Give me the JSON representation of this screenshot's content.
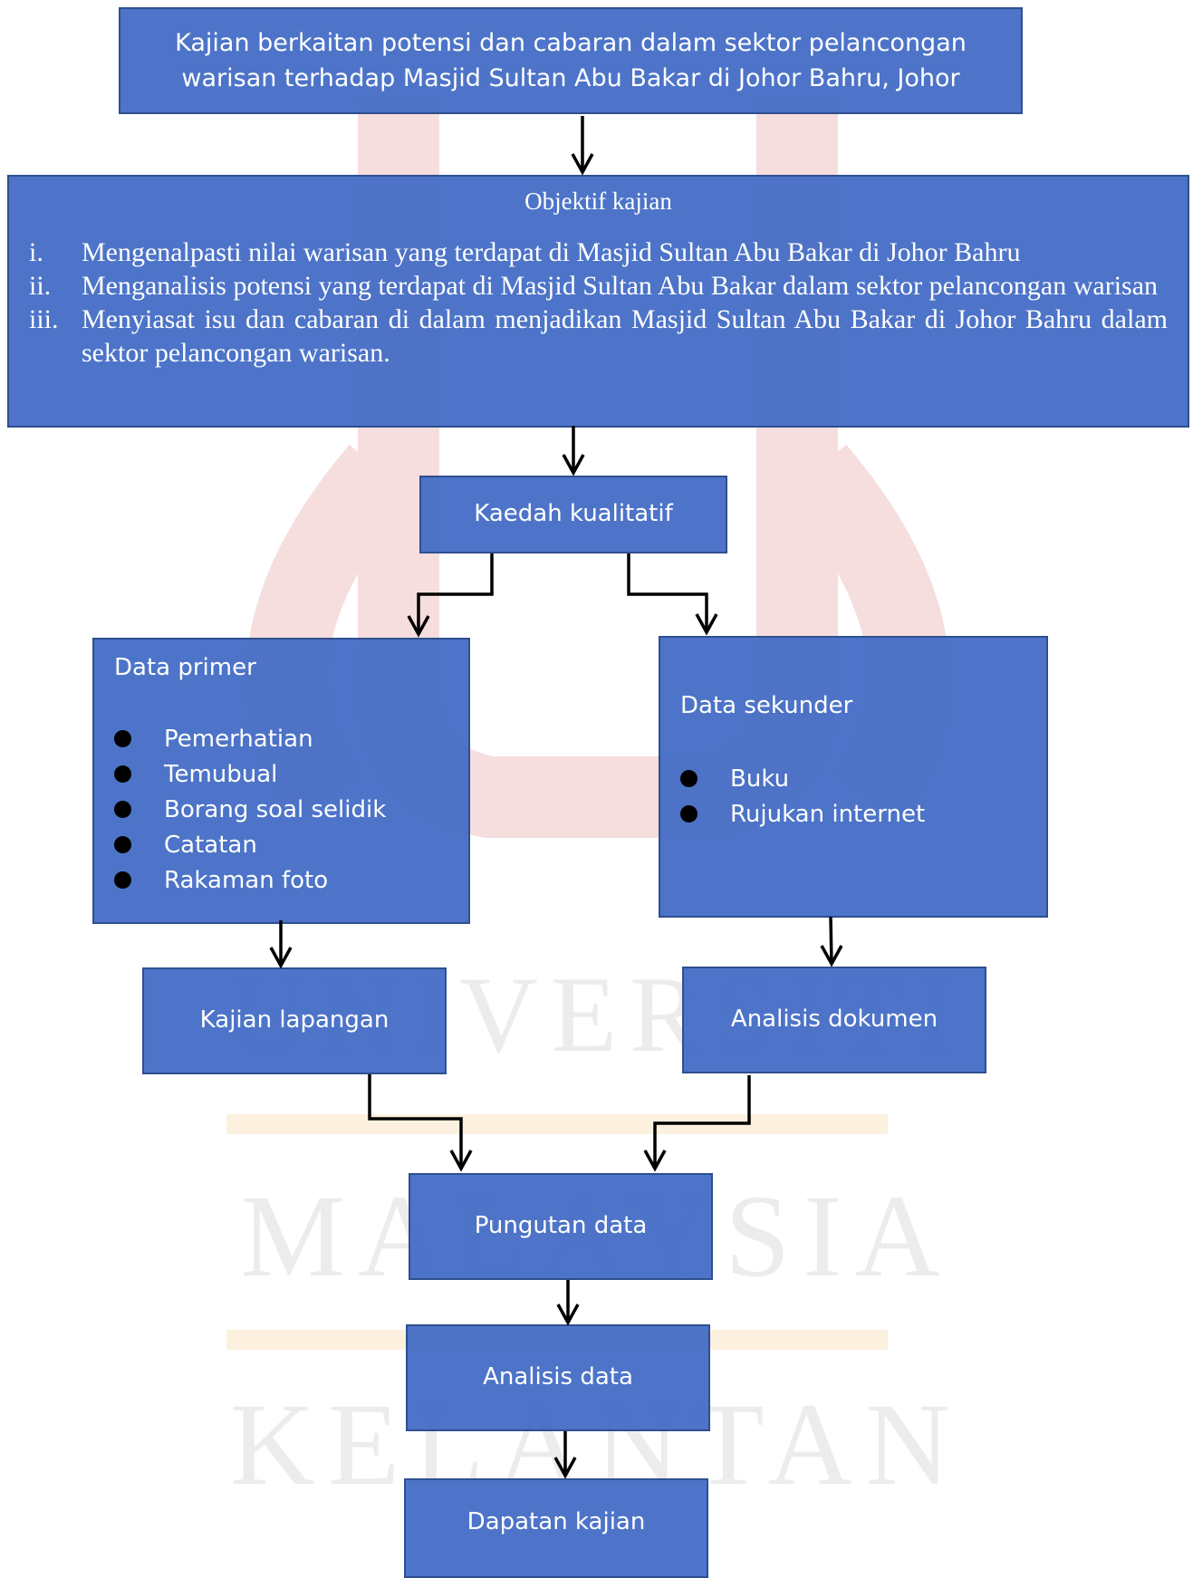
{
  "title": "Kajian berkaitan potensi dan cabaran dalam sektor pelancongan warisan terhadap Masjid Sultan Abu Bakar di Johor Bahru, Johor",
  "objectives": {
    "heading": "Objektif kajian",
    "items": [
      {
        "num": "i.",
        "text": "Mengenalpasti nilai warisan yang terdapat di Masjid Sultan Abu Bakar di Johor Bahru"
      },
      {
        "num": "ii.",
        "text": "Menganalisis potensi yang terdapat di Masjid Sultan Abu Bakar dalam sektor pelancongan warisan"
      },
      {
        "num": "iii.",
        "text": "Menyiasat isu dan cabaran di dalam menjadikan Masjid Sultan Abu Bakar di Johor Bahru dalam sektor pelancongan warisan."
      }
    ]
  },
  "method": "Kaedah kualitatif",
  "primary": {
    "title": "Data primer",
    "items": [
      "Pemerhatian",
      "Temubual",
      "Borang soal selidik",
      "Catatan",
      "Rakaman foto"
    ]
  },
  "secondary": {
    "title": "Data sekunder",
    "items": [
      "Buku",
      "Rujukan internet"
    ]
  },
  "field_study": "Kajian lapangan",
  "doc_analysis": "Analisis dokumen",
  "collection": "Pungutan data",
  "analysis": "Analisis data",
  "findings": "Dapatan kajian",
  "watermark": [
    "UNIVERSITI",
    "MALAYSIA",
    "KELANTAN"
  ],
  "colors": {
    "box_fill": "#4472C4",
    "box_border": "#2F4F8F",
    "arrow": "#000000"
  }
}
